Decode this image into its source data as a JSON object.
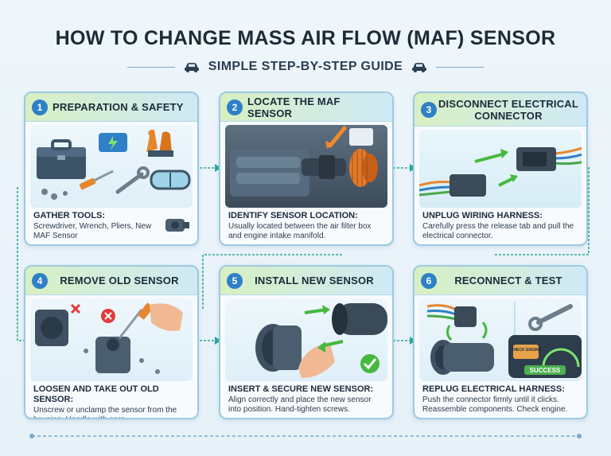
{
  "title": "HOW TO CHANGE MASS AIR FLOW (MAF) SENSOR",
  "subtitle": "SIMPLE STEP-BY-STEP GUIDE",
  "steps": [
    {
      "number": "1",
      "title": "PREPARATION & SAFETY",
      "bold": "GATHER TOOLS:",
      "desc": "Screwdriver, Wrench, Pliers, New MAF Sensor"
    },
    {
      "number": "2",
      "title": "LOCATE THE MAF SENSOR",
      "bold": "IDENTIFY SENSOR LOCATION:",
      "desc": "Usually located between the air filter box and engine intake manifold."
    },
    {
      "number": "3",
      "title": "DISCONNECT ELECTRICAL CONNECTOR",
      "bold": "UNPLUG WIRING HARNESS:",
      "desc": "Carefully press the release tab and pull the electrical connector."
    },
    {
      "number": "4",
      "title": "REMOVE OLD SENSOR",
      "bold": "LOOSEN AND TAKE OUT OLD SENSOR:",
      "desc": "Unscrew or unclamp the sensor from the housing. Handle with care."
    },
    {
      "number": "5",
      "title": "INSTALL NEW SENSOR",
      "bold": "INSERT & SECURE NEW SENSOR:",
      "desc": "Align correctly and place the new sensor into position. Hand-tighten screws."
    },
    {
      "number": "6",
      "title": "RECONNECT & TEST",
      "bold": "REPLUG ELECTRICAL HARNESS:",
      "desc": "Push the connector firmly until it clicks. Reassemble components. Check engine."
    }
  ],
  "dashboard": {
    "gauge_label": "CHECK ENGINE",
    "success_label": "SUCCESS"
  },
  "colors": {
    "accent": "#2f80c6",
    "card_border": "#9cc9e2",
    "connector": "#2aa89a",
    "header_green": "#d7f0c2"
  }
}
